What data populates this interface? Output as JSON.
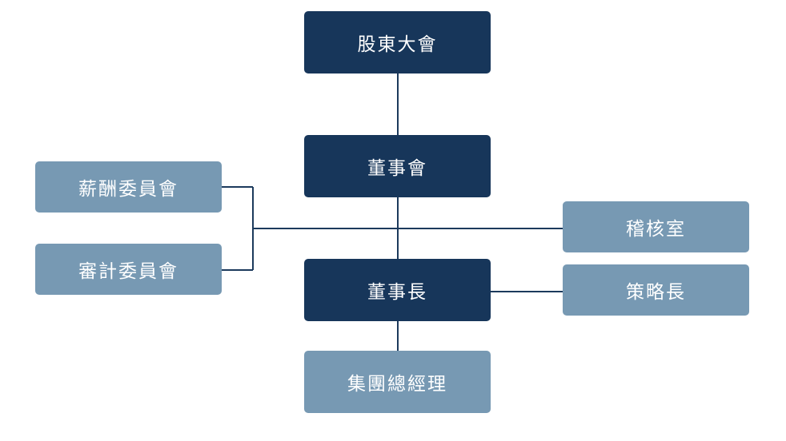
{
  "org_chart": {
    "nodes": {
      "shareholders_meeting": "股東大會",
      "board_of_directors": "董事會",
      "chairman": "董事長",
      "group_general_manager": "集團總經理",
      "compensation_committee": "薪酬委員會",
      "audit_committee": "審計委員會",
      "audit_office": "稽核室",
      "chief_strategy_officer": "策略長"
    },
    "colors": {
      "primary_node": "#17365a",
      "secondary_node": "#7799b3",
      "connector": "#1c3a5c",
      "text": "#ffffff"
    }
  }
}
